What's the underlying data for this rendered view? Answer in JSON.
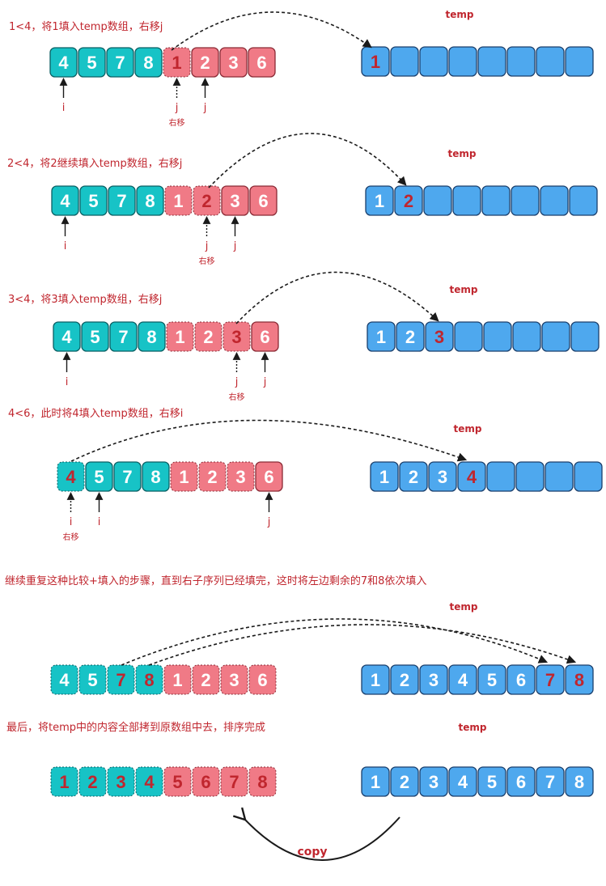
{
  "colors": {
    "teal": "#17c3c6",
    "teal_border": "#0a5f63",
    "pink": "#f07a86",
    "pink_border": "#8a2a35",
    "blue": "#4ea8ee",
    "blue_border": "#1b3f6c",
    "red_text": "#c0262e",
    "white_text": "#ffffff",
    "arrow": "#1a1a1a"
  },
  "steps": [
    {
      "caption": "1<4，将1填入temp数组，右移j",
      "temp_label": "temp",
      "array": [
        {
          "v": "4",
          "c": "teal",
          "t": "white",
          "d": false
        },
        {
          "v": "5",
          "c": "teal",
          "t": "white",
          "d": false
        },
        {
          "v": "7",
          "c": "teal",
          "t": "white",
          "d": false
        },
        {
          "v": "8",
          "c": "teal",
          "t": "white",
          "d": false
        },
        {
          "v": "1",
          "c": "pink",
          "t": "red",
          "d": true
        },
        {
          "v": "2",
          "c": "pink",
          "t": "white",
          "d": false
        },
        {
          "v": "3",
          "c": "pink",
          "t": "white",
          "d": false
        },
        {
          "v": "6",
          "c": "pink",
          "t": "white",
          "d": false
        }
      ],
      "temp": [
        {
          "v": "1",
          "t": "red"
        },
        {
          "v": "",
          "t": "white"
        },
        {
          "v": "",
          "t": "white"
        },
        {
          "v": "",
          "t": "white"
        },
        {
          "v": "",
          "t": "white"
        },
        {
          "v": "",
          "t": "white"
        },
        {
          "v": "",
          "t": "white"
        },
        {
          "v": "",
          "t": "white"
        }
      ],
      "pointers": [
        {
          "idx": 0,
          "label": "i",
          "dashed": false
        },
        {
          "idx": 4,
          "label": "j",
          "dashed": true,
          "sub": "右移"
        },
        {
          "idx": 5,
          "label": "j",
          "dashed": false
        }
      ]
    },
    {
      "caption": "2<4，将2继续填入temp数组，右移j",
      "temp_label": "temp",
      "array": [
        {
          "v": "4",
          "c": "teal",
          "t": "white",
          "d": false
        },
        {
          "v": "5",
          "c": "teal",
          "t": "white",
          "d": false
        },
        {
          "v": "7",
          "c": "teal",
          "t": "white",
          "d": false
        },
        {
          "v": "8",
          "c": "teal",
          "t": "white",
          "d": false
        },
        {
          "v": "1",
          "c": "pink",
          "t": "white",
          "d": true
        },
        {
          "v": "2",
          "c": "pink",
          "t": "red",
          "d": true
        },
        {
          "v": "3",
          "c": "pink",
          "t": "white",
          "d": false
        },
        {
          "v": "6",
          "c": "pink",
          "t": "white",
          "d": false
        }
      ],
      "temp": [
        {
          "v": "1",
          "t": "white"
        },
        {
          "v": "2",
          "t": "red"
        },
        {
          "v": "",
          "t": "white"
        },
        {
          "v": "",
          "t": "white"
        },
        {
          "v": "",
          "t": "white"
        },
        {
          "v": "",
          "t": "white"
        },
        {
          "v": "",
          "t": "white"
        },
        {
          "v": "",
          "t": "white"
        }
      ],
      "pointers": [
        {
          "idx": 0,
          "label": "i",
          "dashed": false
        },
        {
          "idx": 5,
          "label": "j",
          "dashed": true,
          "sub": "右移"
        },
        {
          "idx": 6,
          "label": "j",
          "dashed": false
        }
      ]
    },
    {
      "caption": "3<4，将3填入temp数组，右移j",
      "temp_label": "temp",
      "array": [
        {
          "v": "4",
          "c": "teal",
          "t": "white",
          "d": false
        },
        {
          "v": "5",
          "c": "teal",
          "t": "white",
          "d": false
        },
        {
          "v": "7",
          "c": "teal",
          "t": "white",
          "d": false
        },
        {
          "v": "8",
          "c": "teal",
          "t": "white",
          "d": false
        },
        {
          "v": "1",
          "c": "pink",
          "t": "white",
          "d": true
        },
        {
          "v": "2",
          "c": "pink",
          "t": "white",
          "d": true
        },
        {
          "v": "3",
          "c": "pink",
          "t": "red",
          "d": true
        },
        {
          "v": "6",
          "c": "pink",
          "t": "white",
          "d": false
        }
      ],
      "temp": [
        {
          "v": "1",
          "t": "white"
        },
        {
          "v": "2",
          "t": "white"
        },
        {
          "v": "3",
          "t": "red"
        },
        {
          "v": "",
          "t": "white"
        },
        {
          "v": "",
          "t": "white"
        },
        {
          "v": "",
          "t": "white"
        },
        {
          "v": "",
          "t": "white"
        },
        {
          "v": "",
          "t": "white"
        }
      ],
      "pointers": [
        {
          "idx": 0,
          "label": "i",
          "dashed": false
        },
        {
          "idx": 6,
          "label": "j",
          "dashed": true,
          "sub": "右移"
        },
        {
          "idx": 7,
          "label": "j",
          "dashed": false
        }
      ]
    },
    {
      "caption": "4<6，此时将4填入temp数组，右移i",
      "temp_label": "temp",
      "array": [
        {
          "v": "4",
          "c": "teal",
          "t": "red",
          "d": true
        },
        {
          "v": "5",
          "c": "teal",
          "t": "white",
          "d": false
        },
        {
          "v": "7",
          "c": "teal",
          "t": "white",
          "d": false
        },
        {
          "v": "8",
          "c": "teal",
          "t": "white",
          "d": false
        },
        {
          "v": "1",
          "c": "pink",
          "t": "white",
          "d": true
        },
        {
          "v": "2",
          "c": "pink",
          "t": "white",
          "d": true
        },
        {
          "v": "3",
          "c": "pink",
          "t": "white",
          "d": true
        },
        {
          "v": "6",
          "c": "pink",
          "t": "white",
          "d": false
        }
      ],
      "temp": [
        {
          "v": "1",
          "t": "white"
        },
        {
          "v": "2",
          "t": "white"
        },
        {
          "v": "3",
          "t": "white"
        },
        {
          "v": "4",
          "t": "red"
        },
        {
          "v": "",
          "t": "white"
        },
        {
          "v": "",
          "t": "white"
        },
        {
          "v": "",
          "t": "white"
        },
        {
          "v": "",
          "t": "white"
        }
      ],
      "pointers": [
        {
          "idx": 0,
          "label": "i",
          "dashed": true,
          "sub": "右移"
        },
        {
          "idx": 1,
          "label": "i",
          "dashed": false
        },
        {
          "idx": 7,
          "label": "j",
          "dashed": false
        }
      ]
    },
    {
      "caption": "继续重复这种比较+填入的步骤，直到右子序列已经填完，这时将左边剩余的7和8依次填入",
      "temp_label": "temp",
      "array": [
        {
          "v": "4",
          "c": "teal",
          "t": "white",
          "d": true
        },
        {
          "v": "5",
          "c": "teal",
          "t": "white",
          "d": true
        },
        {
          "v": "7",
          "c": "teal",
          "t": "red",
          "d": true
        },
        {
          "v": "8",
          "c": "teal",
          "t": "red",
          "d": true
        },
        {
          "v": "1",
          "c": "pink",
          "t": "white",
          "d": true
        },
        {
          "v": "2",
          "c": "pink",
          "t": "white",
          "d": true
        },
        {
          "v": "3",
          "c": "pink",
          "t": "white",
          "d": true
        },
        {
          "v": "6",
          "c": "pink",
          "t": "white",
          "d": true
        }
      ],
      "temp": [
        {
          "v": "1",
          "t": "white"
        },
        {
          "v": "2",
          "t": "white"
        },
        {
          "v": "3",
          "t": "white"
        },
        {
          "v": "4",
          "t": "white"
        },
        {
          "v": "5",
          "t": "white"
        },
        {
          "v": "6",
          "t": "white"
        },
        {
          "v": "7",
          "t": "red"
        },
        {
          "v": "8",
          "t": "red"
        }
      ],
      "pointers": []
    },
    {
      "caption": "最后，将temp中的内容全部拷到原数组中去，排序完成",
      "temp_label": "temp",
      "array": [
        {
          "v": "1",
          "c": "teal",
          "t": "red",
          "d": true
        },
        {
          "v": "2",
          "c": "teal",
          "t": "red",
          "d": true
        },
        {
          "v": "3",
          "c": "teal",
          "t": "red",
          "d": true
        },
        {
          "v": "4",
          "c": "teal",
          "t": "red",
          "d": true
        },
        {
          "v": "5",
          "c": "pink",
          "t": "red",
          "d": true
        },
        {
          "v": "6",
          "c": "pink",
          "t": "red",
          "d": true
        },
        {
          "v": "7",
          "c": "pink",
          "t": "red",
          "d": true
        },
        {
          "v": "8",
          "c": "pink",
          "t": "red",
          "d": true
        }
      ],
      "temp": [
        {
          "v": "1",
          "t": "white"
        },
        {
          "v": "2",
          "t": "white"
        },
        {
          "v": "3",
          "t": "white"
        },
        {
          "v": "4",
          "t": "white"
        },
        {
          "v": "5",
          "t": "white"
        },
        {
          "v": "6",
          "t": "white"
        },
        {
          "v": "7",
          "t": "white"
        },
        {
          "v": "8",
          "t": "white"
        }
      ],
      "pointers": [],
      "copy_label": "copy"
    }
  ]
}
